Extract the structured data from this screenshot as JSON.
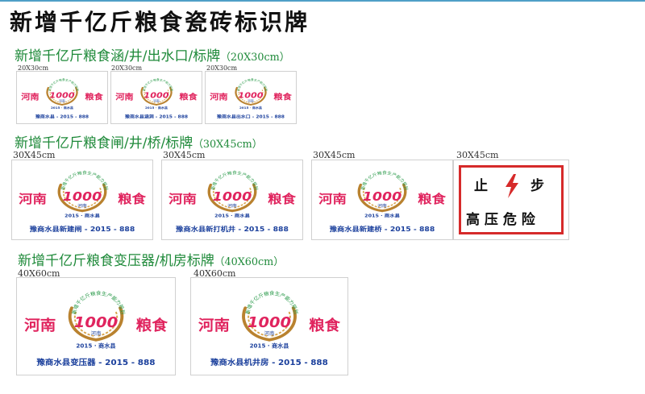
{
  "page": {
    "title": "新增千亿斤粮食瓷砖标识牌"
  },
  "sections": [
    {
      "title": "新增千亿斤粮食涵/井/出水口/标牌",
      "size": "（20X30cm）"
    },
    {
      "title": "新增千亿斤粮食闸/井/桥/标牌",
      "size": "（30X45cm）"
    },
    {
      "title": "新增千亿斤粮食变压器/机房标牌",
      "size": "（40X60cm）"
    }
  ],
  "signs": [
    {
      "size_label": "20X30cm",
      "province": "河南",
      "grain": "粮食",
      "number": "1000",
      "inner": "河南",
      "arc": "全国新增千亿斤粮食生产能力规划项目",
      "year": "2015 · 商水县",
      "bottom": "豫商水县 - 2015 - 888"
    },
    {
      "size_label": "20X30cm",
      "province": "河南",
      "grain": "粮食",
      "number": "1000",
      "inner": "河南",
      "arc": "全国新增千亿斤粮食生产能力规划项目",
      "year": "2015 · 商水县",
      "bottom": "豫商水县涵洞 - 2015 - 888"
    },
    {
      "size_label": "20X30cm",
      "province": "河南",
      "grain": "粮食",
      "number": "1000",
      "inner": "河南",
      "arc": "全国新增千亿斤粮食生产能力规划项目",
      "year": "2015 · 商水县",
      "bottom": "豫商水县出水口 - 2015 - 888"
    },
    {
      "size_label": "30X45cm",
      "province": "河南",
      "grain": "粮食",
      "number": "1000",
      "inner": "河南",
      "arc": "全国新增千亿斤粮食生产能力规划项目",
      "year": "2015 · 商水县",
      "bottom": "豫商水县新建闸 - 2015 - 888"
    },
    {
      "size_label": "30X45cm",
      "province": "河南",
      "grain": "粮食",
      "number": "1000",
      "inner": "河南",
      "arc": "全国新增千亿斤粮食生产能力规划项目",
      "year": "2015 · 商水县",
      "bottom": "豫商水县新打机井 - 2015 - 888"
    },
    {
      "size_label": "30X45cm",
      "province": "河南",
      "grain": "粮食",
      "number": "1000",
      "inner": "河南",
      "arc": "全国新增千亿斤粮食生产能力规划项目",
      "year": "2015 · 商水县",
      "bottom": "豫商水县新建桥 - 2015 - 888"
    },
    {
      "size_label": "40X60cm",
      "province": "河南",
      "grain": "粮食",
      "number": "1000",
      "inner": "河南",
      "arc": "全国新增千亿斤粮食生产能力规划项目",
      "year": "2015 · 商水县",
      "bottom": "豫商水县变压器 - 2015 - 888"
    },
    {
      "size_label": "40X60cm",
      "province": "河南",
      "grain": "粮食",
      "number": "1000",
      "inner": "河南",
      "arc": "全国新增千亿斤粮食生产能力规划项目",
      "year": "2015 · 商水县",
      "bottom": "豫商水县机井房 - 2015 - 888"
    }
  ],
  "warning": {
    "size_label": "30X45cm",
    "w1": "止",
    "w2": "步",
    "line2": "高 压 危 险",
    "icon": "lightning-icon",
    "color": "#d62a2a"
  },
  "colors": {
    "sign_red": "#e0245e",
    "sign_green": "#2a9a4a",
    "wheat": "#b9822f",
    "blue_text": "#1a3f9c"
  }
}
